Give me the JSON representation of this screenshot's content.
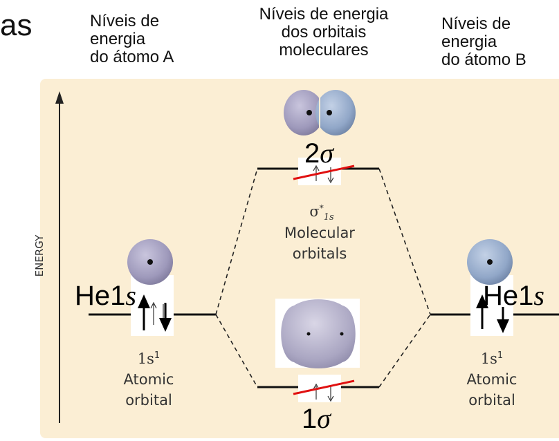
{
  "header": {
    "corner_text": "as",
    "left_lines": [
      "Níveis de",
      "energia",
      "do átomo A"
    ],
    "middle_lines": [
      "Níveis de energia",
      "dos orbitais",
      "moleculares"
    ],
    "right_lines": [
      "Níveis de",
      "energia",
      "do átomo B"
    ]
  },
  "axis": {
    "label": "ENERGY"
  },
  "left_atom": {
    "name": "He1",
    "name_suffix": "s",
    "orbital": "1s",
    "orbital_sup": "1",
    "type_line1": "Atomic",
    "type_line2": "orbital"
  },
  "right_atom": {
    "name": "He1",
    "name_suffix": "s",
    "orbital": "1s",
    "orbital_sup": "1",
    "type_line1": "Atomic",
    "type_line2": "orbital"
  },
  "antibonding": {
    "label_num": "2",
    "label_sym": "σ",
    "sym": "σ",
    "sup": "*",
    "sub": "1s"
  },
  "middle_caption": {
    "line1": "Molecular",
    "line2": "orbitals"
  },
  "bonding": {
    "label_num": "1",
    "label_sym": "σ"
  },
  "colors": {
    "panel": "#fbeed4",
    "cross_out": "#e01010",
    "orbital_lilac": "#a9a4c4",
    "orbital_blue": "#9bb0cf"
  }
}
